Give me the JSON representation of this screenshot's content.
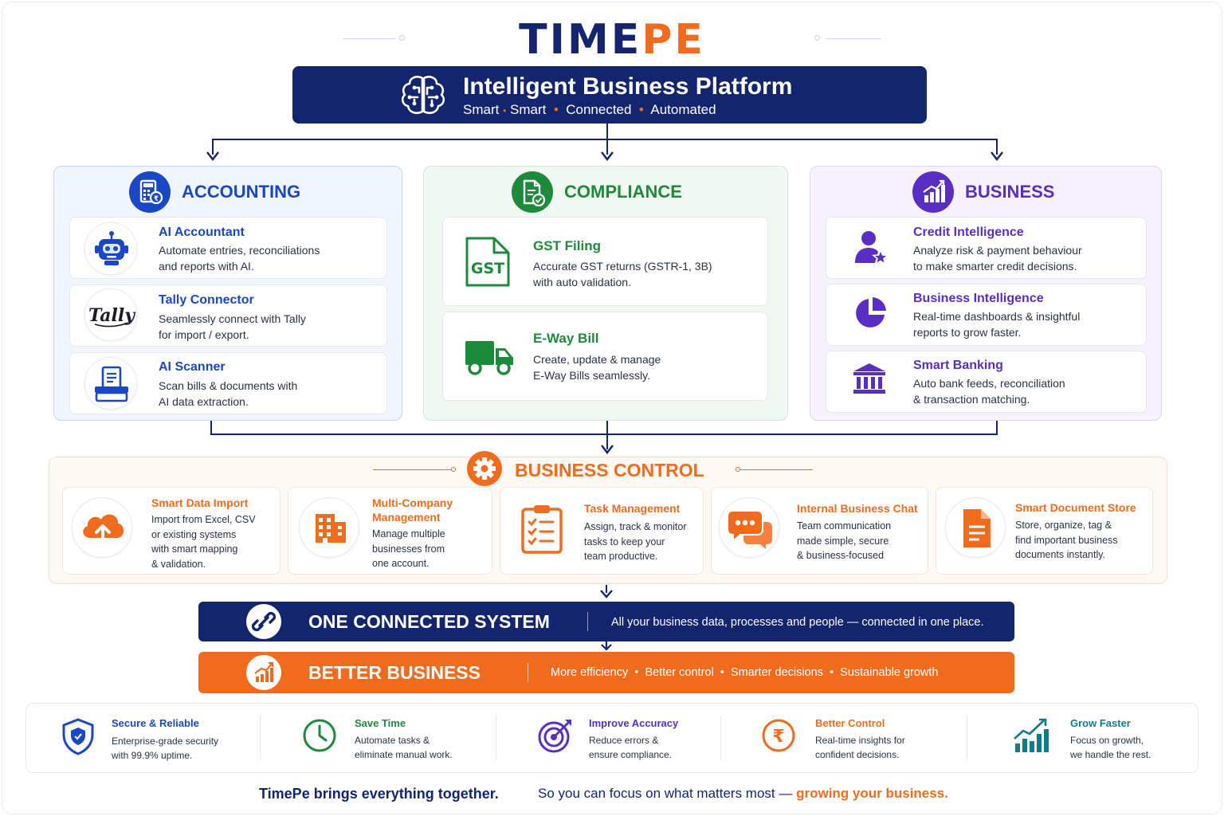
{
  "brand": {
    "logo_part1": "TIME",
    "logo_part2": "PE"
  },
  "header": {
    "title": "Intelligent Business Platform",
    "subtitle_parts": [
      "Smart",
      "Smart",
      "Connected",
      "Automated"
    ]
  },
  "columns": {
    "accounting": {
      "title": "ACCOUNTING",
      "color": "#1947c6",
      "cards": [
        {
          "title": "AI Accountant",
          "desc": [
            "Automate entries, reconciliations",
            "and reports with AI."
          ]
        },
        {
          "title": "Tally Connector",
          "desc": [
            "Seamlessly connect with Tally",
            "for import / export."
          ],
          "logo_text": "Tally"
        },
        {
          "title": "AI Scanner",
          "desc": [
            "Scan bills & documents with",
            "AI data extraction."
          ]
        }
      ]
    },
    "compliance": {
      "title": "COMPLIANCE",
      "color": "#1e8a3c",
      "cards": [
        {
          "title": "GST Filing",
          "desc": [
            "Accurate GST returns (GSTR-1, 3B)",
            "with auto validation."
          ],
          "icon_text": "GST"
        },
        {
          "title": "E-Way Bill",
          "desc": [
            "Create, update & manage",
            "E-Way Bills seamlessly."
          ]
        }
      ]
    },
    "business": {
      "title": "BUSINESS",
      "color": "#5a2ec4",
      "cards": [
        {
          "title": "Credit Intelligence",
          "desc": [
            "Analyze risk & payment behaviour",
            "to make smarter credit decisions."
          ]
        },
        {
          "title": "Business Intelligence",
          "desc": [
            "Real-time dashboards & insightful",
            "reports to grow faster."
          ]
        },
        {
          "title": "Smart Banking",
          "desc": [
            "Auto bank feeds, reconciliation",
            "& transaction matching."
          ]
        }
      ]
    }
  },
  "business_control": {
    "title": "BUSINESS CONTROL",
    "items": [
      {
        "name": [
          "Smart Data Import"
        ],
        "desc": [
          "Import from Excel, CSV",
          "or existing systems",
          "with smart mapping",
          "& validation."
        ]
      },
      {
        "name": [
          "Multi-Company",
          "Management"
        ],
        "desc": [
          "Manage multiple",
          "businesses from",
          "one account."
        ]
      },
      {
        "name": [
          "Task Management"
        ],
        "desc": [
          "Assign, track & monitor",
          "tasks to keep your",
          "team productive."
        ]
      },
      {
        "name": [
          "Internal Business Chat"
        ],
        "desc": [
          "Team communication",
          "made simple, secure",
          "& business-focused"
        ]
      },
      {
        "name": [
          "Smart Document Store"
        ],
        "desc": [
          "Store, organize, tag &",
          "find important business",
          "documents instantly."
        ]
      }
    ]
  },
  "connected": {
    "title": "ONE CONNECTED SYSTEM",
    "text": "All your business data, processes and people — connected in one place."
  },
  "better": {
    "title": "BETTER BUSINESS",
    "points": [
      "More efficiency",
      "Better control",
      "Smarter decisions",
      "Sustainable growth"
    ]
  },
  "benefits": [
    {
      "title": "Secure & Reliable",
      "desc": [
        "Enterprise-grade security",
        "with 99.9% uptime."
      ],
      "color": "#1947c6"
    },
    {
      "title": "Save Time",
      "desc": [
        "Automate tasks &",
        "eliminate manual work."
      ],
      "color": "#1e8a3c"
    },
    {
      "title": "Improve Accuracy",
      "desc": [
        "Reduce errors &",
        "ensure compliance."
      ],
      "color": "#5a2ec4"
    },
    {
      "title": "Better Control",
      "desc": [
        "Real-time insights for",
        "confident decisions."
      ],
      "color": "#f26b1d"
    },
    {
      "title": "Grow Faster",
      "desc": [
        "Focus on growth,",
        "we handle the rest."
      ],
      "color": "#117a8b"
    }
  ],
  "footer": {
    "left": "TimePe brings everything together.",
    "right_prefix": "So you can focus on what matters most — ",
    "right_highlight": "growing your business."
  },
  "colors": {
    "navy": "#13256f",
    "orange": "#f26b1d",
    "green": "#1e8a3c",
    "blue": "#1947c6",
    "purple": "#5a2ec4"
  }
}
